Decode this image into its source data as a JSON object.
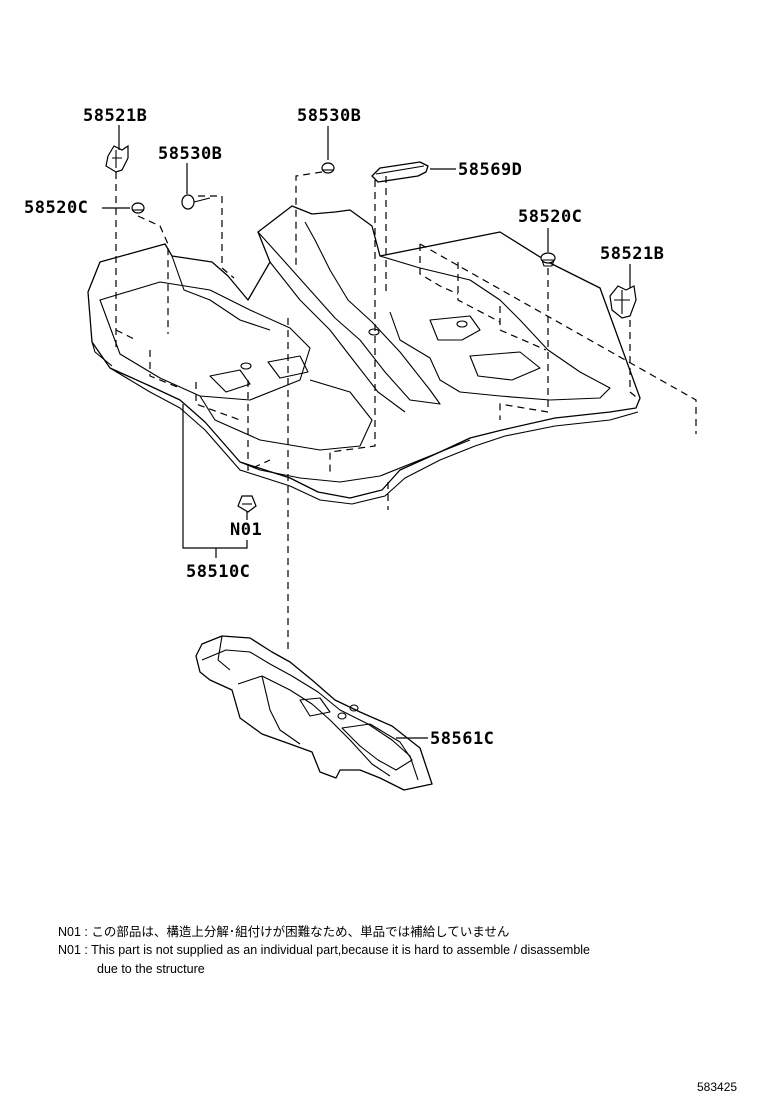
{
  "labels": {
    "p58521b_left": "58521B",
    "p58530b_top": "58530B",
    "p58530b_left": "58530B",
    "p58569d": "58569D",
    "p58520c_left": "58520C",
    "p58520c_right": "58520C",
    "p58521b_right": "58521B",
    "n01": "N01",
    "p58510c": "58510C",
    "p58561c": "58561C"
  },
  "notes": {
    "line1": "N01 : この部品は、構造上分解･組付けが困難なため、単品では補給していません",
    "line2": "N01 : This part is not supplied as an individual part,because it is hard to assemble / disassemble",
    "line3": "due to the structure"
  },
  "figure_number": "583425"
}
